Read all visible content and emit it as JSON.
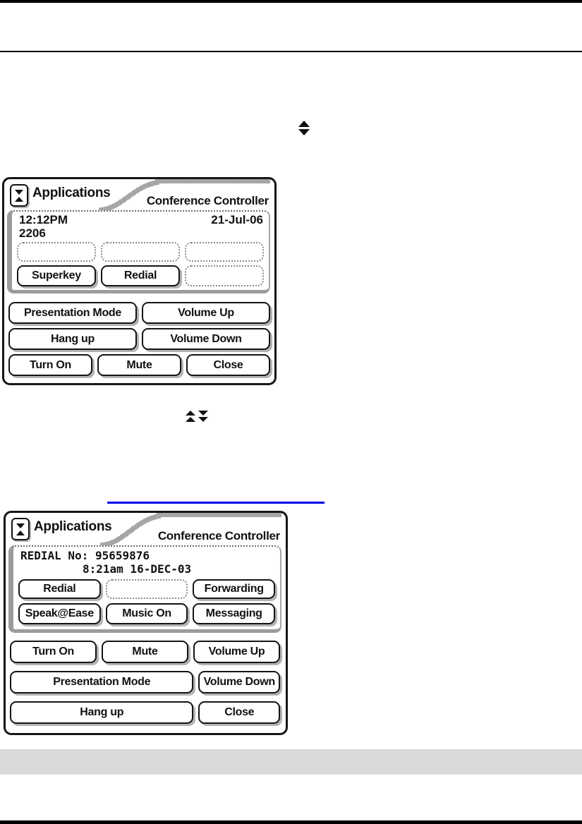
{
  "doc": {
    "link_underline_color": "#0000ee",
    "footer_band_color": "#d9d9d9"
  },
  "icons": {
    "inline_scroll": "up-down-arrows-icon",
    "inline_double_scroll": "double-up-down-arrows-icon",
    "menu_button": "scroll-menu-icon"
  },
  "ui1": {
    "menu_label": "Applications",
    "title": "Conference Controller",
    "time": "12:12PM",
    "extension": "2206",
    "date": "21-Jul-06",
    "softkeys": [
      "Superkey",
      "Redial",
      ""
    ],
    "buttons_row1": [
      "Presentation Mode",
      "Volume Up"
    ],
    "buttons_row2": [
      "Hang up",
      "Volume Down"
    ],
    "buttons_row3": [
      "Turn On",
      "Mute",
      "Close"
    ]
  },
  "ui2": {
    "menu_label": "Applications",
    "title": "Conference Controller",
    "display_line1": "REDIAL No: 95659876",
    "display_line2": "8:21am 16-DEC-03",
    "softkeys_row1": [
      "Redial",
      "",
      "Forwarding"
    ],
    "softkeys_row2": [
      "Speak@Ease",
      "Music On",
      "Messaging"
    ],
    "buttons_row1": [
      "Turn On",
      "Mute",
      "Volume Up"
    ],
    "buttons_row2": [
      "Presentation Mode",
      "Volume Down"
    ],
    "buttons_row3": [
      "Hang up",
      "Close"
    ]
  }
}
